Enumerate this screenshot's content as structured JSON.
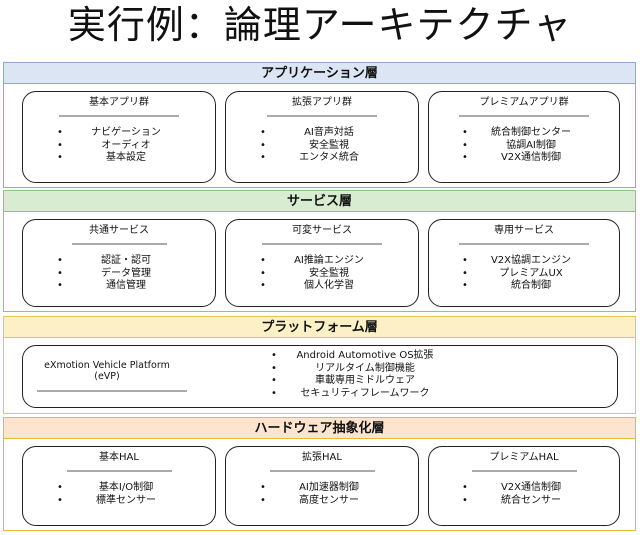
{
  "title": "実行例：論理アーキテクチャ",
  "layers": [
    {
      "name": "アプリケーション層",
      "color": "#dbe5f4",
      "border": "#8fa9d6",
      "cards": [
        {
          "title": "基本アプリ群",
          "items": [
            "ナビゲーション",
            "オーディオ",
            "基本設定"
          ]
        },
        {
          "title": "拡張アプリ群",
          "items": [
            "AI音声対話",
            "安全監視",
            "エンタメ統合"
          ]
        },
        {
          "title": "プレミアムアプリ群",
          "items": [
            "統合制御センター",
            "協調AI制御",
            "V2X通信制御"
          ]
        }
      ]
    },
    {
      "name": "サービス層",
      "color": "#d7ecd0",
      "border": "#8ec47f",
      "cards": [
        {
          "title": "共通サービス",
          "items": [
            "認証・認可",
            "データ管理",
            "通信管理"
          ]
        },
        {
          "title": "可変サービス",
          "items": [
            "AI推論エンジン",
            "安全監視",
            "個人化学習"
          ]
        },
        {
          "title": "専用サービス",
          "items": [
            "V2X協調エンジン",
            "プレミアムUX",
            "統合制御"
          ]
        }
      ]
    },
    {
      "name": "プラットフォーム層",
      "color": "#fdf0c6",
      "border": "#e8c55a",
      "platform": {
        "title": "eXmotion Vehicle Platform (eVP)",
        "items": [
          "Android Automotive OS拡張",
          "リアルタイム制御機能",
          "車載専用ミドルウェア",
          "セキュリティフレームワーク"
        ]
      }
    },
    {
      "name": "ハードウェア抽象化層",
      "color": "#fde4cf",
      "border": "#e8b93a",
      "cards": [
        {
          "title": "基本HAL",
          "items": [
            "基本I/O制御",
            "標準センサー"
          ]
        },
        {
          "title": "拡張HAL",
          "items": [
            "AI加速器制御",
            "高度センサー"
          ]
        },
        {
          "title": "プレミアムHAL",
          "items": [
            "V2X通信制御",
            "統合センサー"
          ]
        }
      ]
    }
  ],
  "bullet": "•"
}
